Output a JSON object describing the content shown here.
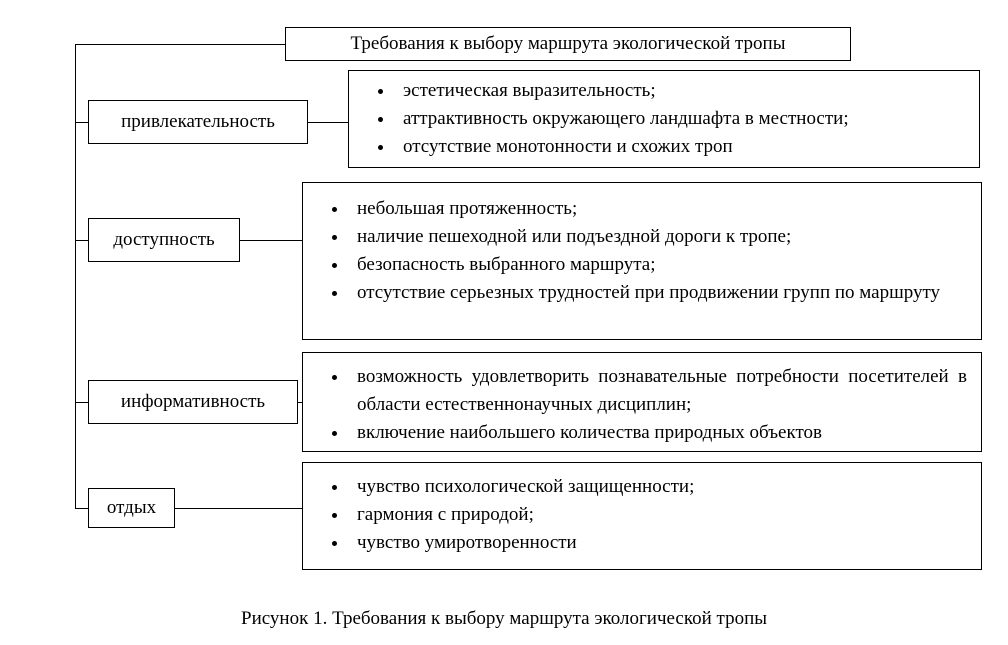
{
  "diagram": {
    "title": "Требования к выбору маршрута экологической тропы",
    "caption": "Рисунок 1. Требования к выбору маршрута экологической тропы",
    "rows": [
      {
        "label": "привлекательность",
        "items": [
          "эстетическая выразительность;",
          "аттрактивность окружающего ландшафта в местности;",
          "отсутствие монотонности и схожих троп"
        ]
      },
      {
        "label": "доступность",
        "items": [
          "небольшая протяженность;",
          "наличие пешеходной или подъездной дороги к тропе;",
          "безопасность выбранного маршрута;",
          "отсутствие серьезных трудностей при продвижении групп по маршруту"
        ]
      },
      {
        "label": "информативность",
        "items": [
          "возможность удовлетворить познавательные потребности посетителей в области естественнонаучных дисциплин;",
          "включение наибольшего количества природных объектов"
        ]
      },
      {
        "label": "отдых",
        "items": [
          "чувство психологической защищенности;",
          "гармония с природой;",
          "чувство умиротворенности"
        ]
      }
    ]
  }
}
